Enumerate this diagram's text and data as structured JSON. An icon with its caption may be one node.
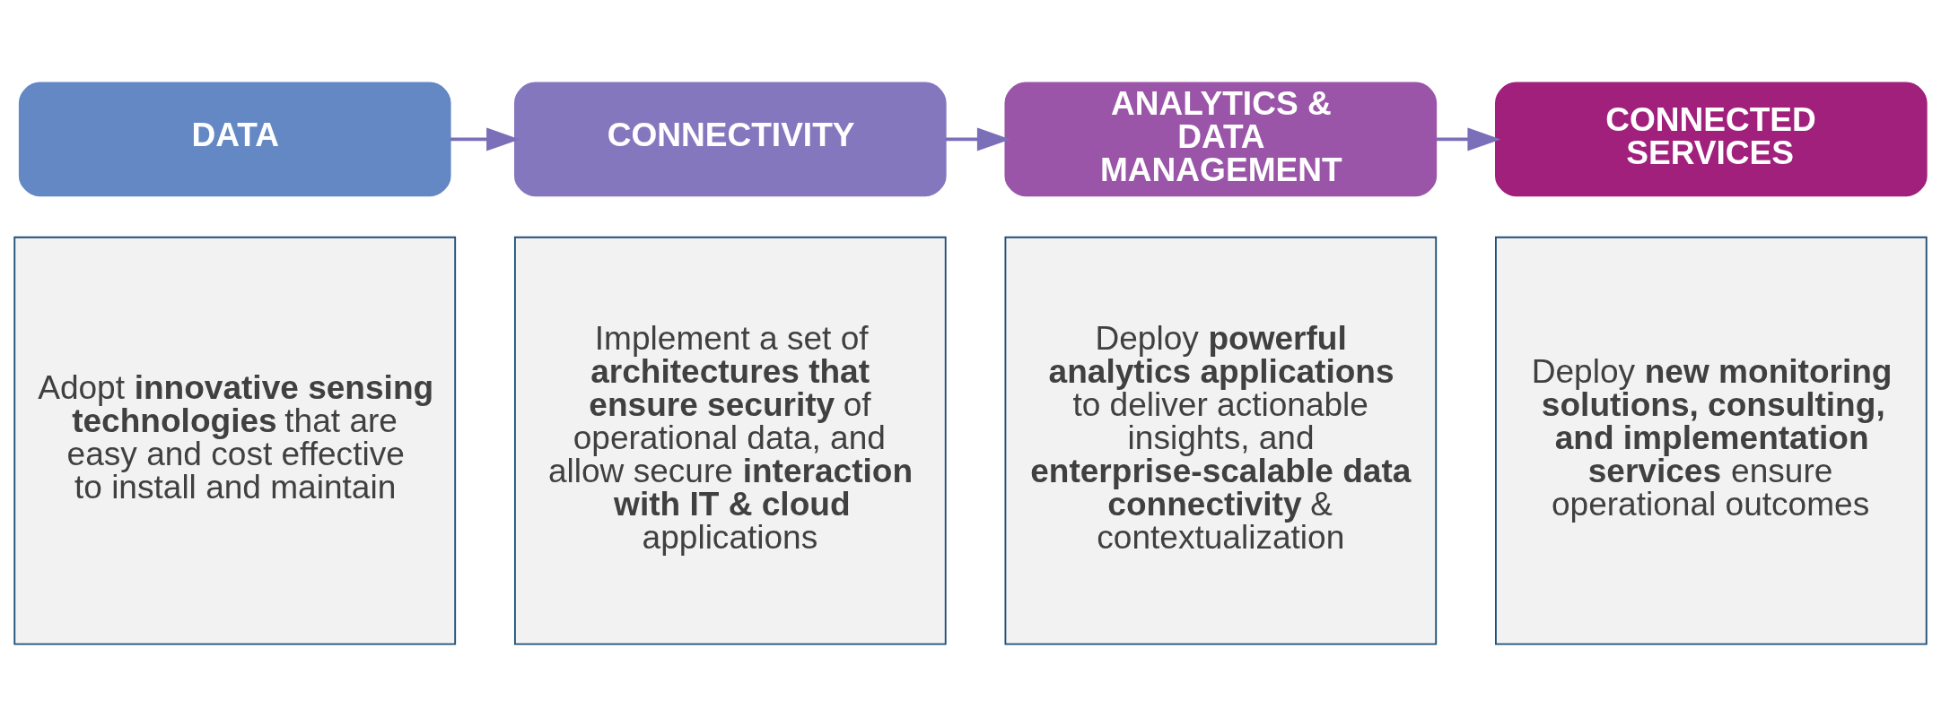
{
  "diagram": {
    "nodes": [
      {
        "text": [
          "DATA"
        ]
      },
      {
        "text": [
          "CONNECTIVITY"
        ]
      },
      {
        "text": [
          "ANALYTICS & DATA MANAGEMENT"
        ]
      },
      {
        "text": [
          "CONNECTED SERVICES"
        ]
      },
      {
        "text": [
          "Adopt **innovative sensing technologies** that are easy and cost effective to install and maintain"
        ]
      },
      {
        "text": [
          "Implement a set of **architectures that ensure security** of operational data, and allow secure **interaction with IT & cloud** applications"
        ]
      },
      {
        "text": [
          "Deploy **powerful analytics applications** to deliver actionable insights, and **enterprise-scalable data connectivity** & contextualization"
        ]
      },
      {
        "text": [
          "Deploy **new monitoring solutions, consulting, and implementation services** ensure operational outcomes"
        ]
      }
    ],
    "edges": [
      {
        "from": 0,
        "to": 1,
        "arrow": "to"
      },
      {
        "from": 1,
        "to": 2,
        "arrow": "to"
      },
      {
        "from": 2,
        "to": 3,
        "arrow": "to"
      }
    ]
  }
}
